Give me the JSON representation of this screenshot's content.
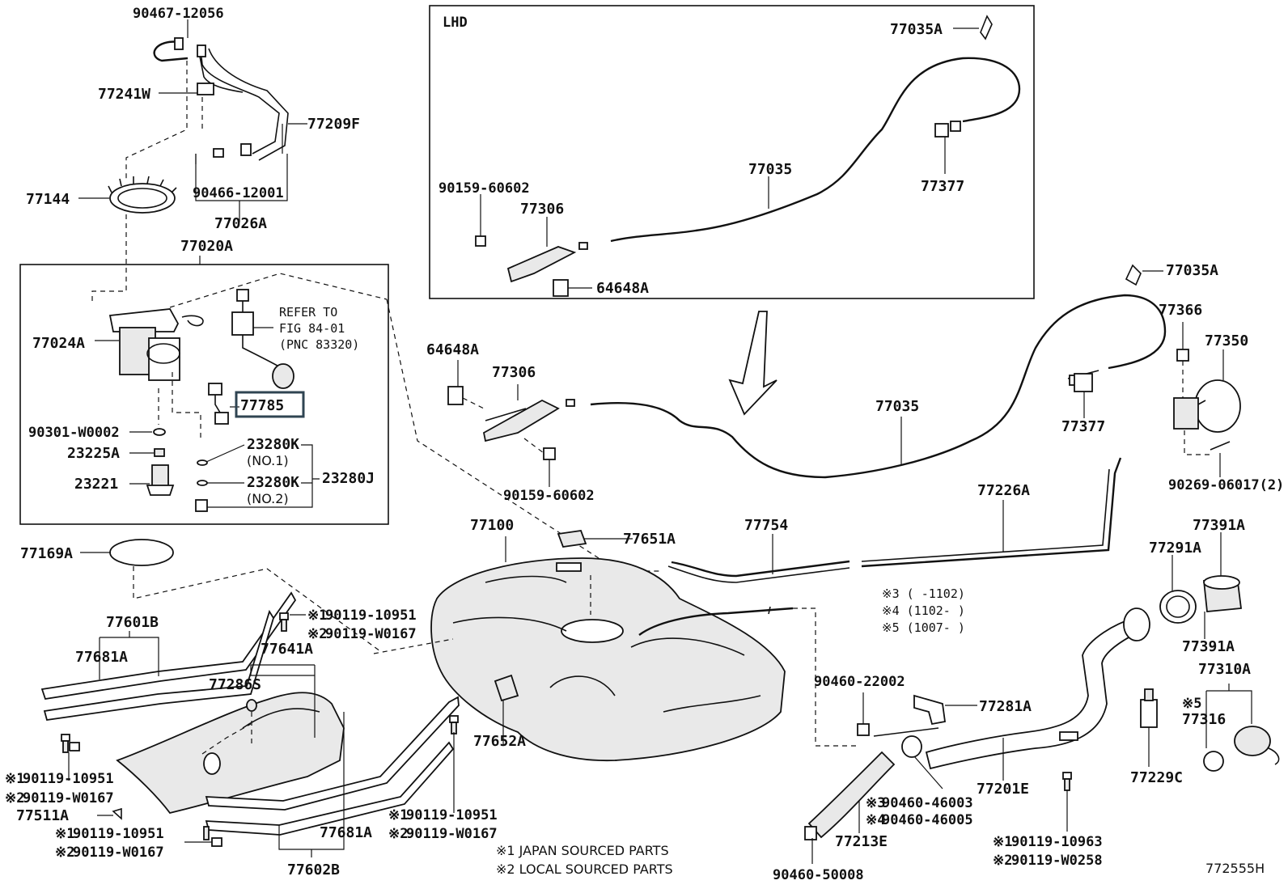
{
  "inset_title": "LHD",
  "refer": {
    "line1": "REFER TO",
    "line2": "FIG 84-01",
    "line3": "(PNC 83320)"
  },
  "highlighted_part": "77785",
  "labels": {
    "p90467_12056": "90467-12056",
    "p77241W": "77241W",
    "p77209F": "77209F",
    "p77144": "77144",
    "p90466_12001": "90466-12001",
    "p77026A": "77026A",
    "p77020A": "77020A",
    "p77024A": "77024A",
    "p90301_W0002": "90301-W0002",
    "p23225A": "23225A",
    "p23221": "23221",
    "p23280K_1": "23280K",
    "p23280K_1_sub": "(NO.1)",
    "p23280K_2": "23280K",
    "p23280K_2_sub": "(NO.2)",
    "p23280J": "23280J",
    "p77169A": "77169A",
    "p77601B": "77601B",
    "p77681A_left": "77681A",
    "p77641A": "77641A",
    "p77286S": "77286S",
    "p77511A": "77511A",
    "p77602B": "77602B",
    "p77681A_bottom": "77681A",
    "p77652A": "77652A",
    "p77100": "77100",
    "p77651A": "77651A",
    "p77754": "77754",
    "p77226A": "77226A",
    "p64648A_main": "64648A",
    "p77306_main": "77306",
    "p90159_60602_main": "90159-60602",
    "p77035_main": "77035",
    "p77035A_main": "77035A",
    "p77366": "77366",
    "p77350": "77350",
    "p77377_main": "77377",
    "p90269_06017": "90269-06017(2)",
    "p77391A_top": "77391A",
    "p77291A": "77291A",
    "p77391A_bottom": "77391A",
    "p77310A": "77310A",
    "p77316": "77316",
    "p77229C": "77229C",
    "p90460_22002": "90460-22002",
    "p77281A": "77281A",
    "p77201E": "77201E",
    "p77213E": "77213E",
    "p90460_50008": "90460-50008",
    "p90460_46003": "90460-46003",
    "p90460_46005": "90460-46005",
    "lhd_77035A": "77035A",
    "lhd_90159_60602": "90159-60602",
    "lhd_77306": "77306",
    "lhd_77035": "77035",
    "lhd_77377": "77377",
    "lhd_64648A": "64648A"
  },
  "bolts": {
    "b_top_1": "90119-10951",
    "b_top_2": "90119-W0167",
    "b_left_1": "90119-10951",
    "b_left_2": "90119-W0167",
    "b_bot_1": "90119-10951",
    "b_bot_2": "90119-W0167",
    "b_mid_1": "90119-10951",
    "b_mid_2": "90119-W0167",
    "b_right_1": "90119-10963",
    "b_right_2": "90119-W0258"
  },
  "marks": {
    "m1": "※1",
    "m2": "※2",
    "m3": "※3",
    "m4": "※4",
    "m5": "※5"
  },
  "date_notes": {
    "n3": "※3 (    -1102)",
    "n4": "※4 (1102-    )",
    "n5": "※5 (1007-    )"
  },
  "legend": {
    "l1": "※1  JAPAN SOURCED PARTS",
    "l2": "※2  LOCAL SOURCED PARTS"
  },
  "figure_id": "772555H"
}
